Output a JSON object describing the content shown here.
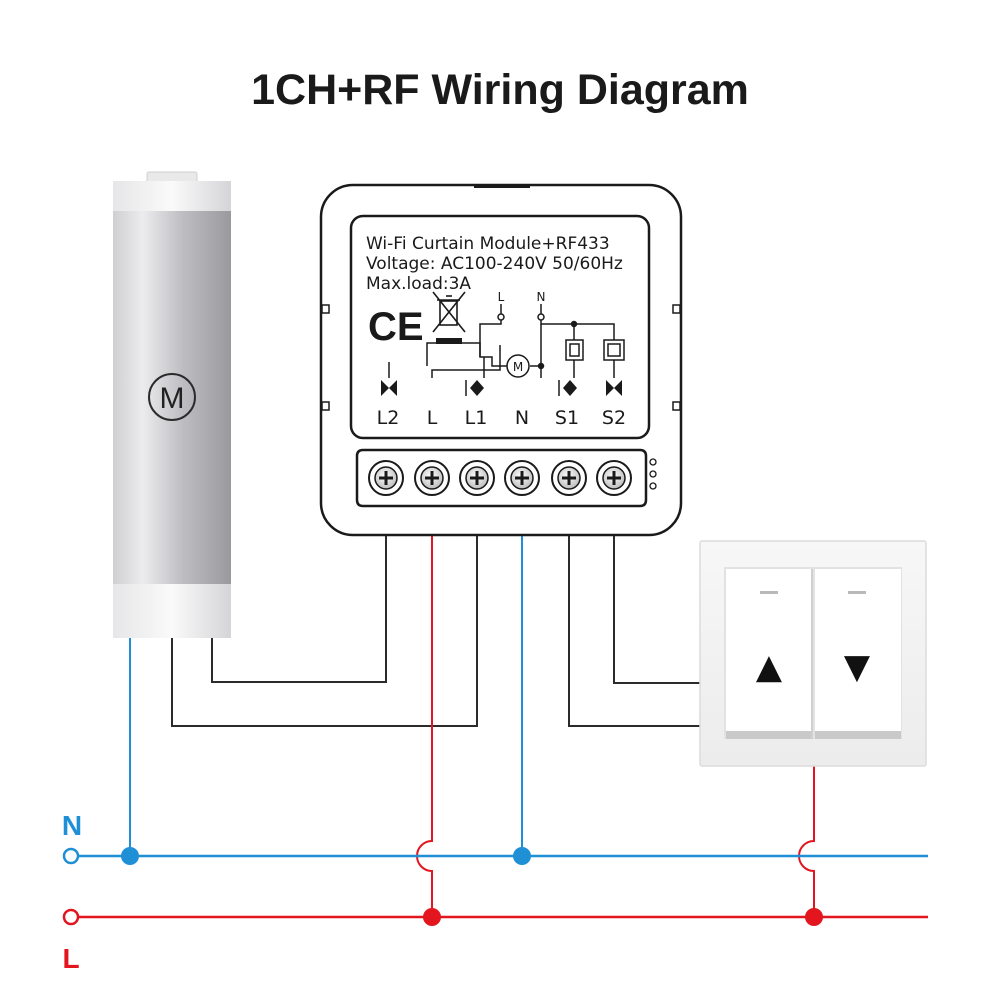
{
  "title": "1CH+RF Wiring Diagram",
  "module": {
    "name": "Wi-Fi Curtain Module+RF433",
    "voltage": "Voltage: AC100-240V 50/60Hz",
    "max_load": "Max.load:3A",
    "ce_mark": "CE",
    "schematic_labels": {
      "l": "L",
      "n": "N",
      "motor": "M"
    },
    "terminals": [
      "L2",
      "L",
      "L1",
      "N",
      "S1",
      "S2"
    ]
  },
  "motor": {
    "label": "M"
  },
  "switch": {
    "up_symbol": "▲",
    "down_symbol": "▼"
  },
  "bus": {
    "neutral_label": "N",
    "live_label": "L"
  },
  "colors": {
    "neutral": "#1f8fd6",
    "live": "#e3161f",
    "wire": "#2b2b2b"
  }
}
